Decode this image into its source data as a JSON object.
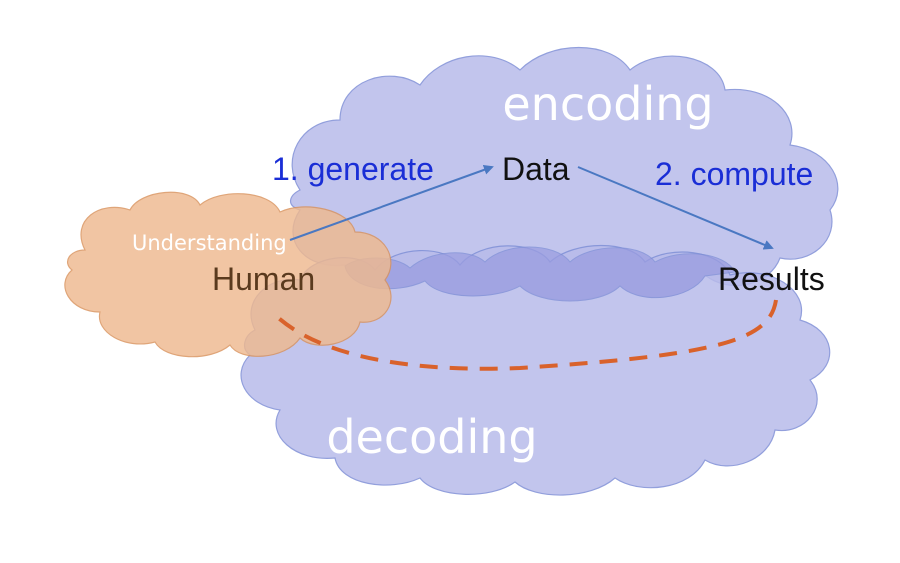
{
  "encoding_label": "encoding",
  "decoding_label": "decoding",
  "step1_label": "1. generate",
  "step2_label": "2. compute",
  "data_label": "Data",
  "results_label": "Results",
  "human_label": "Human",
  "understanding_label": "Understanding",
  "colors": {
    "background": "#ffffff",
    "blue_cloud_fill": "#b8bbea",
    "blue_cloud_stroke": "#7f8fd6",
    "overlap_fill": "#9a9de0",
    "orange_cloud_fill": "#efb98f",
    "orange_cloud_stroke": "#d9925c",
    "cloud_text": "#ffffff",
    "step_text": "#1a2ed6",
    "node_text": "#111111",
    "human_text": "#5a3a1e",
    "arrow": "#4a78c2",
    "dashed_arc": "#d9622b"
  }
}
